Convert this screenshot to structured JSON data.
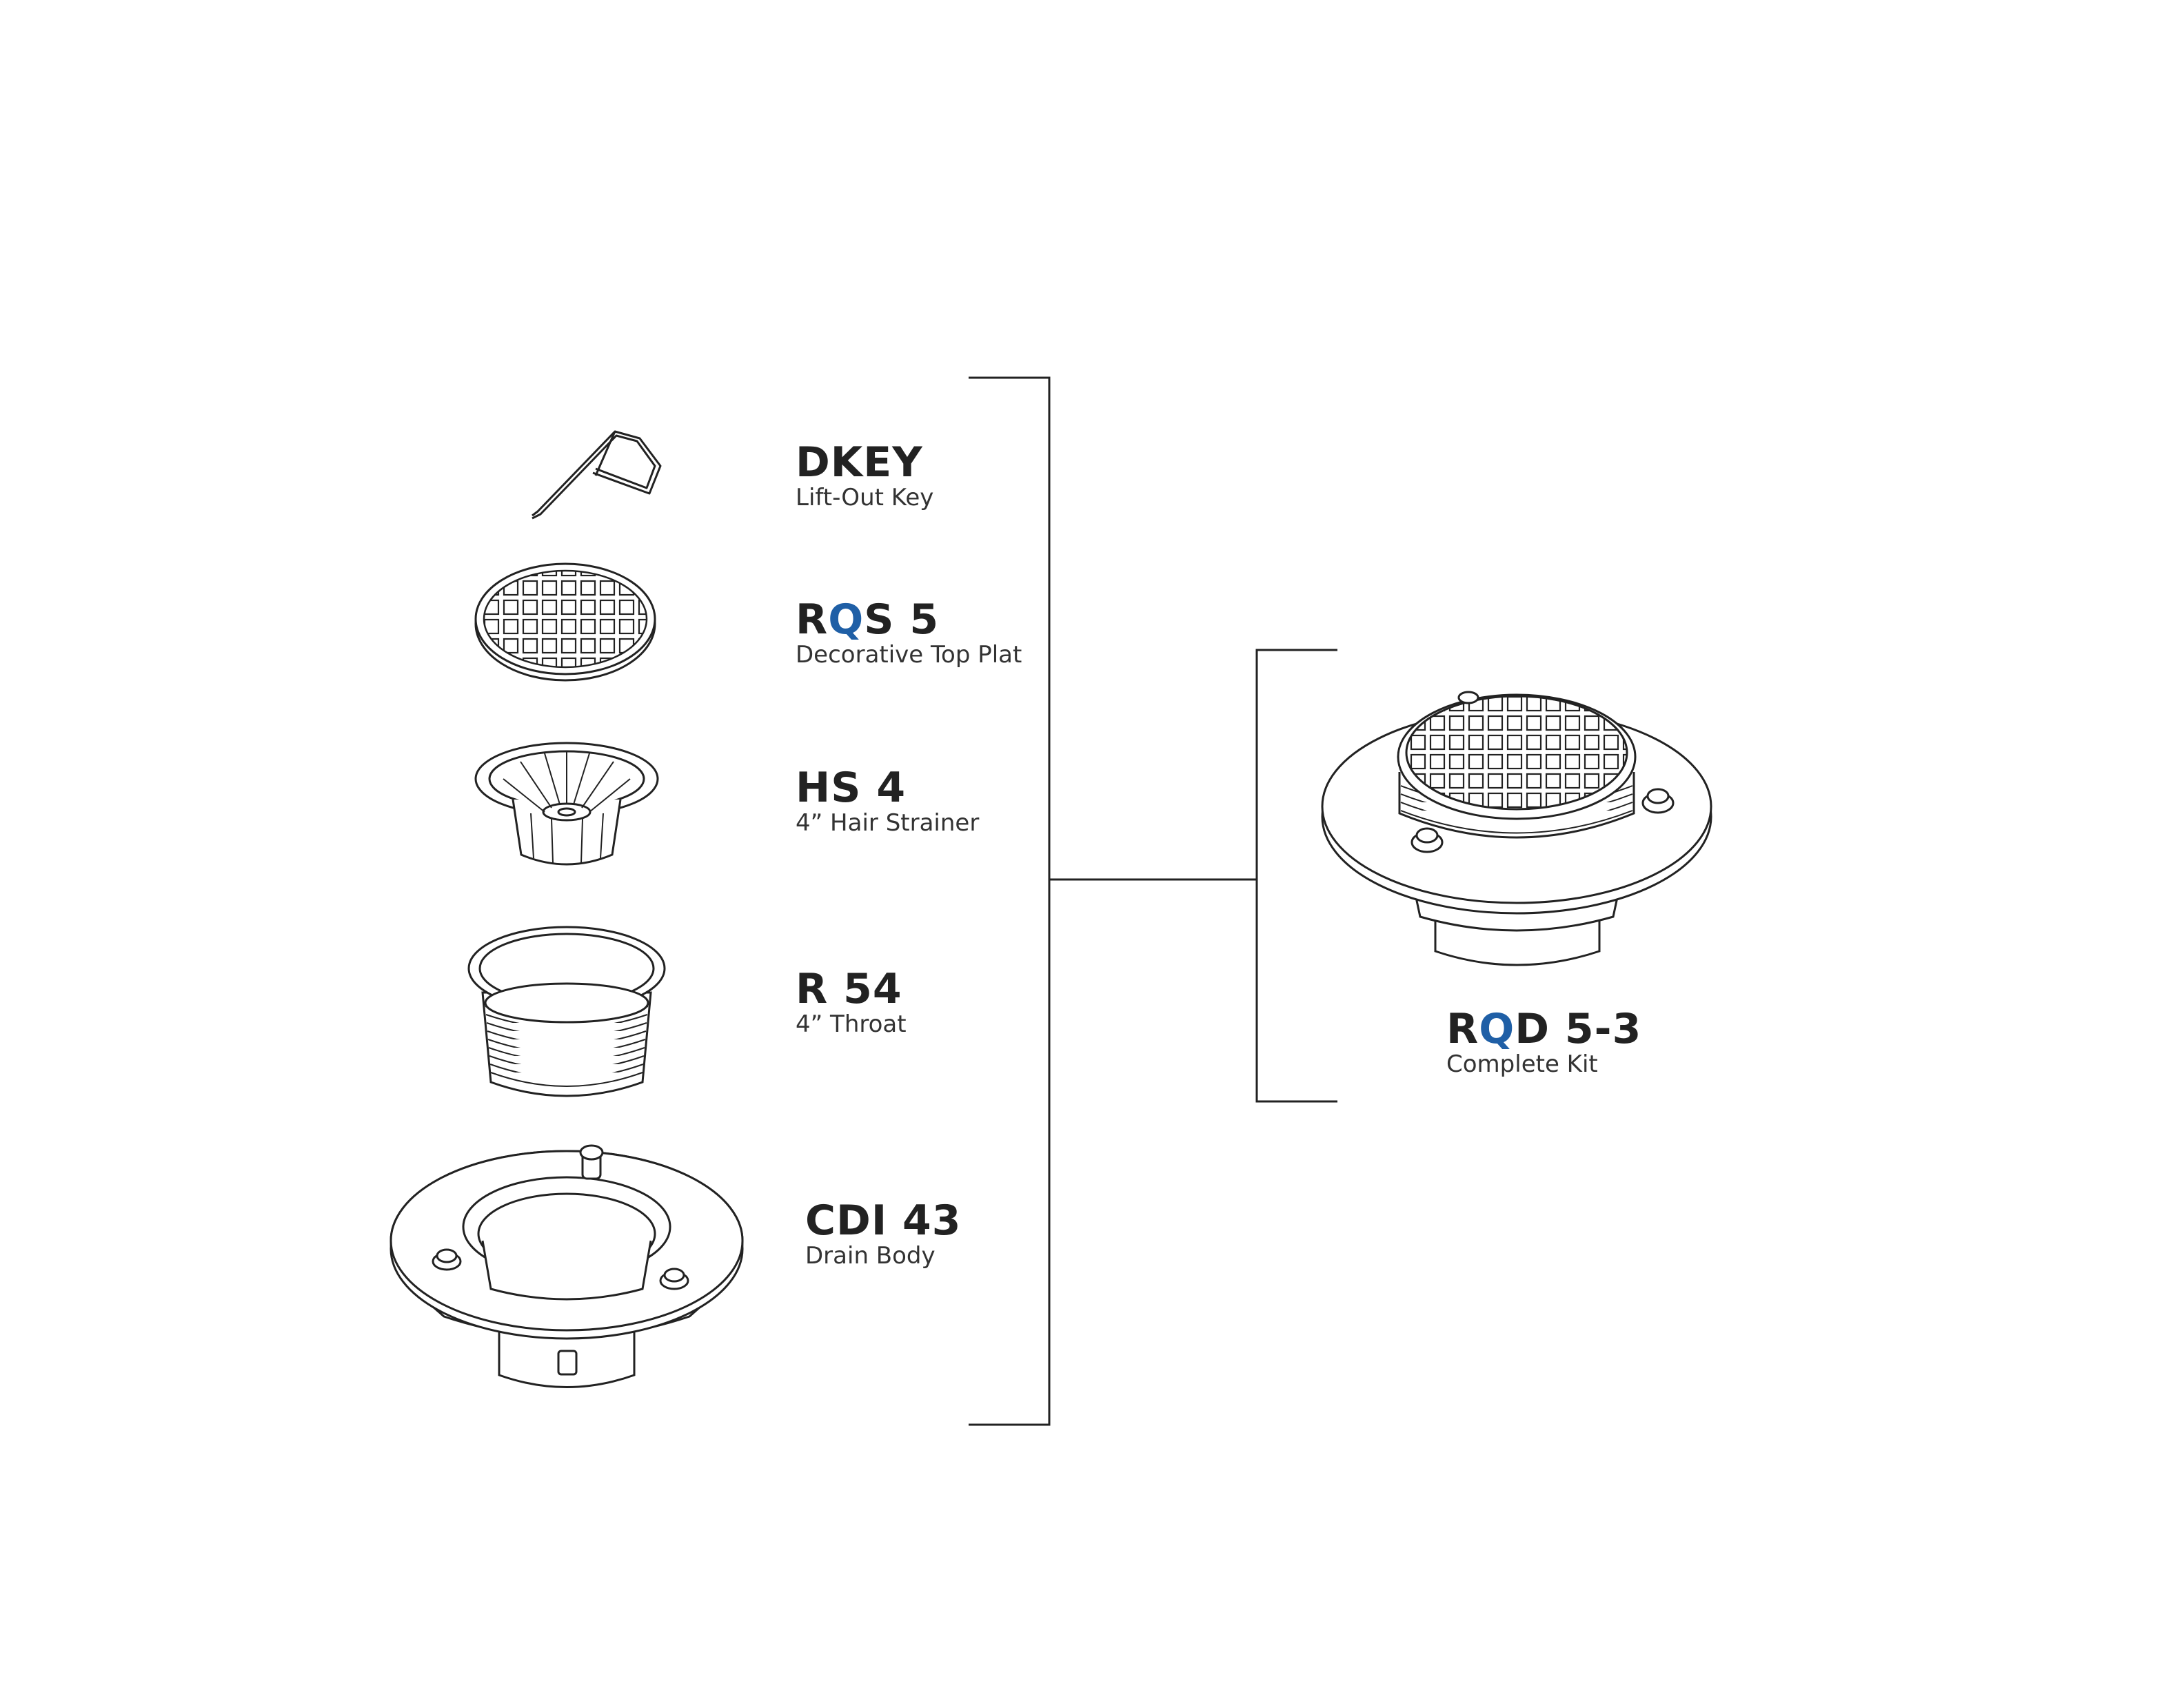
{
  "parts": [
    {
      "id": "dkey",
      "code_pre": "DKEY",
      "code_hl": "",
      "code_post": "",
      "description": "Lift-Out Key"
    },
    {
      "id": "rqs5",
      "code_pre": "R",
      "code_hl": "Q",
      "code_post": "S 5",
      "description": "Decorative Top Plat"
    },
    {
      "id": "hs4",
      "code_pre": "HS 4",
      "code_hl": "",
      "code_post": "",
      "description": "4” Hair Strainer"
    },
    {
      "id": "r54",
      "code_pre": "R 54",
      "code_hl": "",
      "code_post": "",
      "description": "4” Throat"
    },
    {
      "id": "cdi43",
      "code_pre": "CDI 43",
      "code_hl": "",
      "code_post": "",
      "description": "Drain Body"
    }
  ],
  "kit": {
    "code_pre": "R",
    "code_hl": "Q",
    "code_post": "D 5-3",
    "description": "Complete Kit"
  },
  "colors": {
    "highlight": "#1f5fa6",
    "line": "#222222",
    "text": "#222222"
  }
}
